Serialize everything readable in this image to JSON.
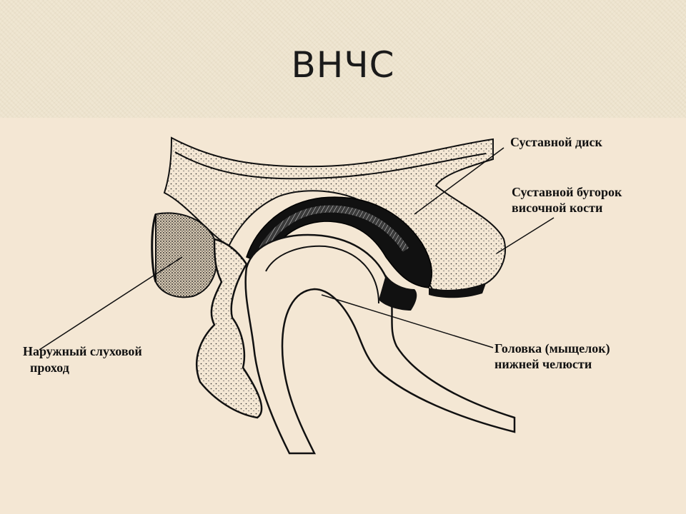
{
  "slide": {
    "title": "ВНЧС"
  },
  "labels": {
    "disc": "Суставной  диск",
    "tubercle_line1": "Суставной бугорок",
    "tubercle_line2": "височной кости",
    "ear_line1": "Наружный слуховой",
    "ear_line2": "проход",
    "condyle_line1": "Головка (мыщелок)",
    "condyle_line2": "нижней челюсти"
  }
}
